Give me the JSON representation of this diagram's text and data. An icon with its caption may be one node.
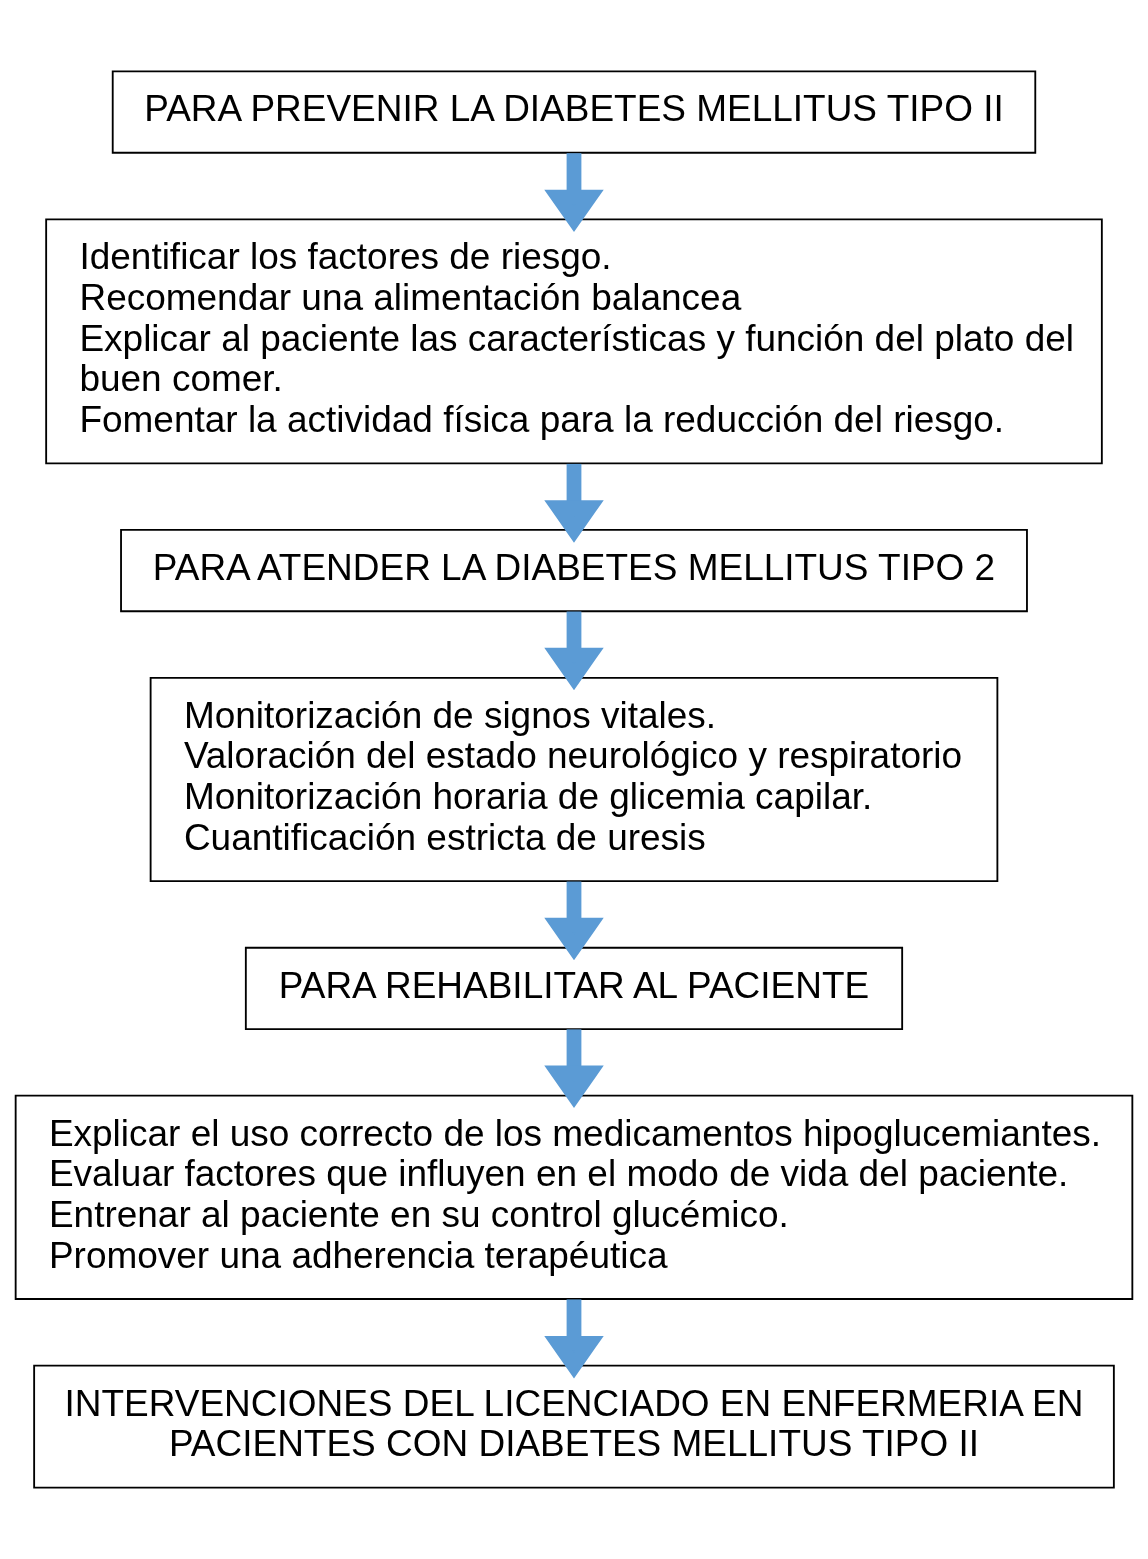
{
  "diagram": {
    "nodes": [
      {
        "text": [
          "PARA PREVENIR LA DIABETES MELLITUS TIPO II"
        ]
      },
      {
        "text": [
          "Identificar los factores de riesgo.",
          "Recomendar una alimentación balancea",
          "Explicar al paciente las características y función del plato del buen comer.",
          "Fomentar la actividad física para la reducción del riesgo."
        ]
      },
      {
        "text": [
          "PARA ATENDER LA DIABETES MELLITUS TIPO 2"
        ]
      },
      {
        "text": [
          "Monitorización de signos vitales.",
          "Valoración del estado neurológico y respiratorio",
          "Monitorización horaria de glicemia capilar.",
          "Cuantificación estricta de uresis"
        ]
      },
      {
        "text": [
          "PARA REHABILITAR AL PACIENTE"
        ]
      },
      {
        "text": [
          "Explicar el uso correcto de los medicamentos hipoglucemiantes.",
          "Evaluar factores que influyen en el modo de vida del paciente.",
          "Entrenar al paciente en su control glucémico.",
          "Promover una adherencia terapéutica"
        ]
      },
      {
        "text": [
          "INTERVENCIONES DEL LICENCIADO EN ENFERMERIA EN PACIENTES CON DIABETES MELLITUS TIPO II"
        ]
      }
    ],
    "edges": [
      {
        "from": 0,
        "to": 1,
        "arrow": "to"
      },
      {
        "from": 1,
        "to": 2,
        "arrow": "to"
      },
      {
        "from": 2,
        "to": 3,
        "arrow": "to"
      },
      {
        "from": 3,
        "to": 4,
        "arrow": "to"
      },
      {
        "from": 4,
        "to": 5,
        "arrow": "to"
      },
      {
        "from": 5,
        "to": 6,
        "arrow": "to"
      }
    ]
  }
}
